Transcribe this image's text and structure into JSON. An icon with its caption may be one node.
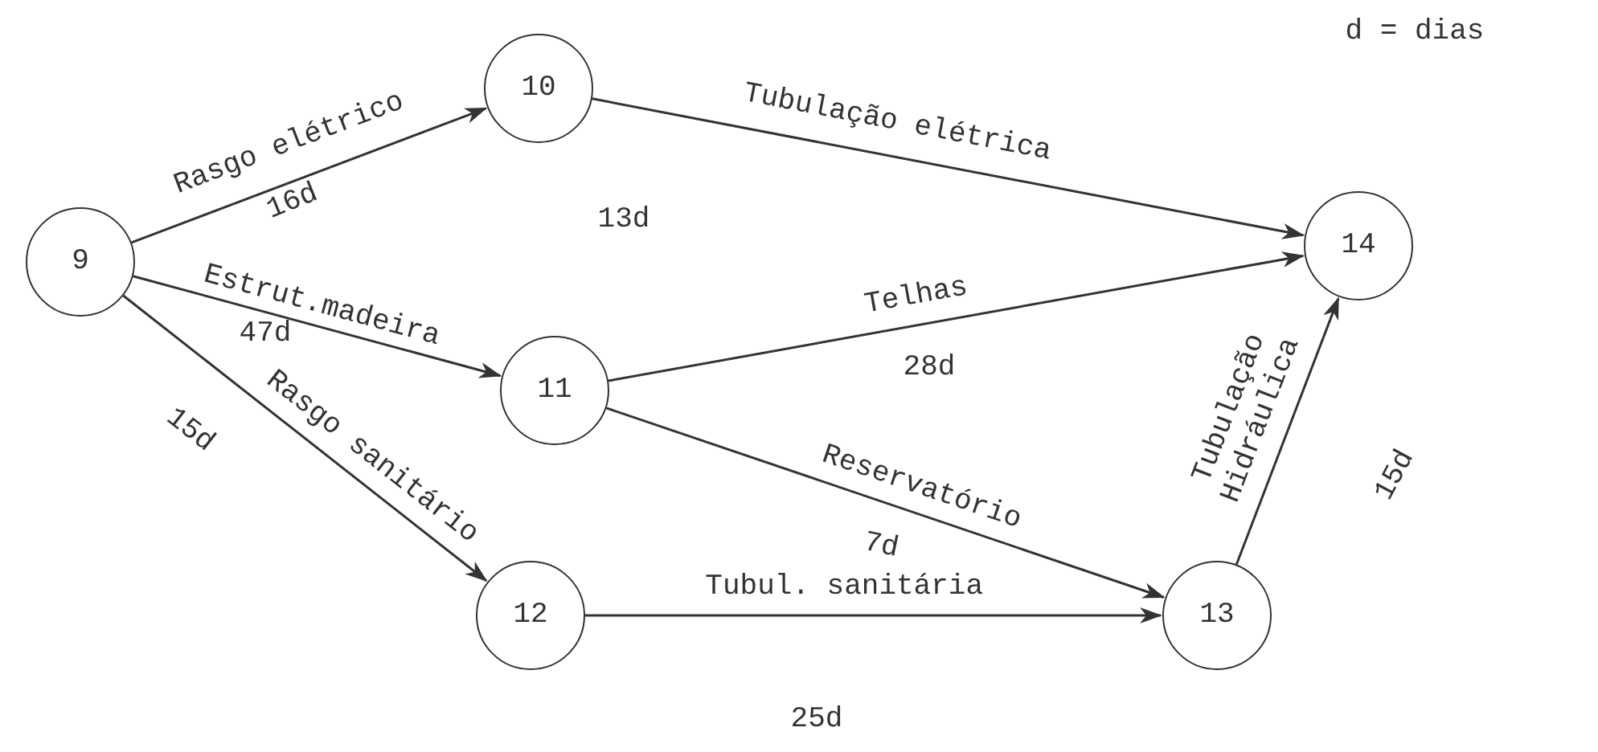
{
  "diagram": {
    "nodes": [
      {
        "text": [
          "9"
        ]
      },
      {
        "text": [
          "10"
        ]
      },
      {
        "text": [
          "11"
        ]
      },
      {
        "text": [
          "12"
        ]
      },
      {
        "text": [
          "13"
        ]
      },
      {
        "text": [
          "14"
        ]
      }
    ],
    "edges": [
      {
        "from": 0,
        "to": 1,
        "arrow": "to",
        "label": "Rasgo elétrico"
      },
      {
        "from": 0,
        "to": 2,
        "arrow": "to",
        "label": "Estrut.madeira"
      },
      {
        "from": 0,
        "to": 3,
        "arrow": "to",
        "label": "Rasgo sanitário"
      },
      {
        "from": 1,
        "to": 5,
        "arrow": "to",
        "label": "Tubulação elétrica"
      },
      {
        "from": 2,
        "to": 5,
        "arrow": "to",
        "label": "Telhas"
      },
      {
        "from": 2,
        "to": 4,
        "arrow": "to",
        "label": "Reservatório"
      },
      {
        "from": 3,
        "to": 4,
        "arrow": "to",
        "label": "Tubul. sanitária"
      },
      {
        "from": 4,
        "to": 5,
        "arrow": "to",
        "label": "Tubulação Hidráulica"
      }
    ],
    "labels": [
      "d = dias",
      "16d",
      "47d",
      "15d",
      "13d",
      "28d",
      "7d",
      "25d",
      "15d"
    ]
  }
}
